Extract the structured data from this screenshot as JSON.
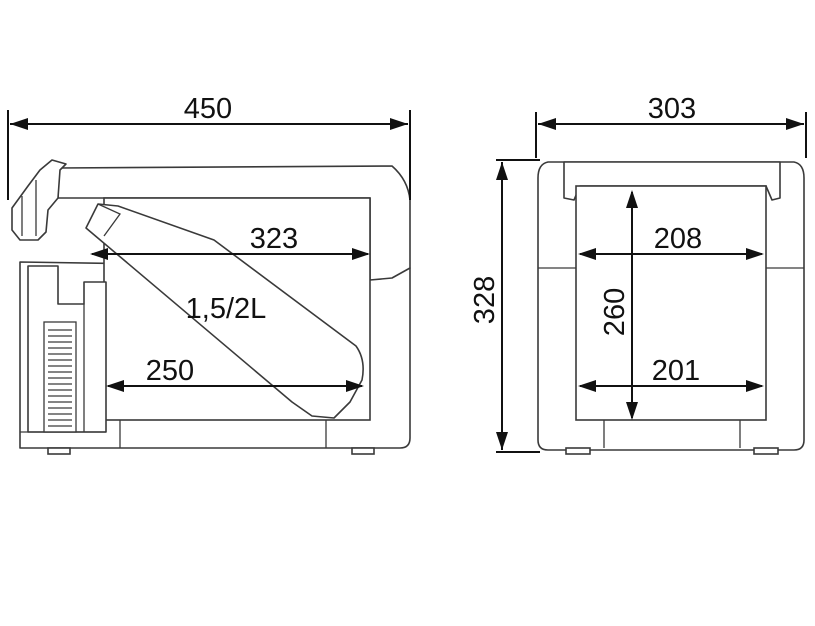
{
  "dimensions": {
    "side_width": "450",
    "front_width": "303",
    "height": "328",
    "inner_upper_length": "323",
    "inner_lower_length": "250",
    "inner_upper_width": "208",
    "inner_lower_width": "201",
    "inner_height": "260"
  },
  "bottle_label": "1,5/2L",
  "colors": {
    "outline": "#3a3a3a",
    "dimension": "#111111",
    "background": "#ffffff"
  }
}
